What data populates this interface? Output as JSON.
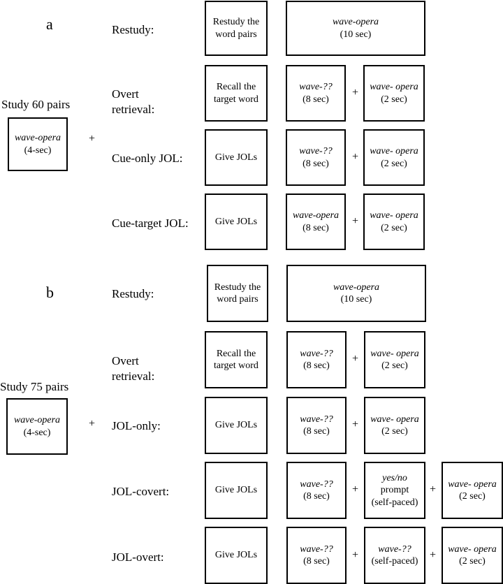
{
  "panel_a": {
    "letter": "a",
    "study": {
      "title": "Study 60 pairs",
      "word": "wave-opera",
      "time": "(4-sec)"
    },
    "plus": "+",
    "rows": [
      {
        "label": "Restudy:",
        "instruction": [
          "Restudy the",
          "word pairs"
        ],
        "display": {
          "word": "wave-opera",
          "time": "(10 sec)"
        }
      },
      {
        "label": [
          "Overt",
          "retrieval:"
        ],
        "instruction": [
          "Recall the",
          "target word"
        ],
        "first": {
          "word": "wave-??",
          "time": "(8 sec)"
        },
        "plus": "+",
        "feedback": {
          "word": "wave- opera",
          "time": "(2 sec)"
        }
      },
      {
        "label": "Cue-only JOL:",
        "instruction": "Give JOLs",
        "first": {
          "word": "wave-??",
          "time": "(8 sec)"
        },
        "plus": "+",
        "feedback": {
          "word": "wave- opera",
          "time": "(2 sec)"
        }
      },
      {
        "label": "Cue-target JOL:",
        "instruction": "Give JOLs",
        "first": {
          "word": "wave-opera",
          "time": "(8 sec)"
        },
        "plus": "+",
        "feedback": {
          "word": "wave- opera",
          "time": "(2 sec)"
        }
      }
    ]
  },
  "panel_b": {
    "letter": "b",
    "study": {
      "title": "Study 75 pairs",
      "word": "wave-opera",
      "time": "(4-sec)"
    },
    "plus": "+",
    "rows": [
      {
        "label": "Restudy:",
        "instruction": [
          "Restudy the",
          "word pairs"
        ],
        "display": {
          "word": "wave-opera",
          "time": "(10 sec)"
        }
      },
      {
        "label": [
          "Overt",
          "retrieval:"
        ],
        "instruction": [
          "Recall the",
          "target word"
        ],
        "first": {
          "word": "wave-??",
          "time": "(8 sec)"
        },
        "plus": "+",
        "feedback": {
          "word": "wave- opera",
          "time": "(2 sec)"
        }
      },
      {
        "label": "JOL-only:",
        "instruction": "Give JOLs",
        "first": {
          "word": "wave-??",
          "time": "(8 sec)"
        },
        "plus": "+",
        "feedback": {
          "word": "wave- opera",
          "time": "(2 sec)"
        }
      },
      {
        "label": "JOL-covert:",
        "instruction": "Give JOLs",
        "first": {
          "word": "wave-??",
          "time": "(8 sec)"
        },
        "plus": "+",
        "middle": {
          "word": "yes/no",
          "line2": "prompt",
          "time": "(self-paced)"
        },
        "plus2": "+",
        "feedback": {
          "word": "wave- opera",
          "time": "(2 sec)"
        }
      },
      {
        "label": "JOL-overt:",
        "instruction": "Give JOLs",
        "first": {
          "word": "wave-??",
          "time": "(8 sec)"
        },
        "plus": "+",
        "middle": {
          "word": "wave-??",
          "time": "(self-paced)"
        },
        "plus2": "+",
        "feedback": {
          "word": "wave- opera",
          "time": "(2 sec)"
        }
      }
    ]
  }
}
